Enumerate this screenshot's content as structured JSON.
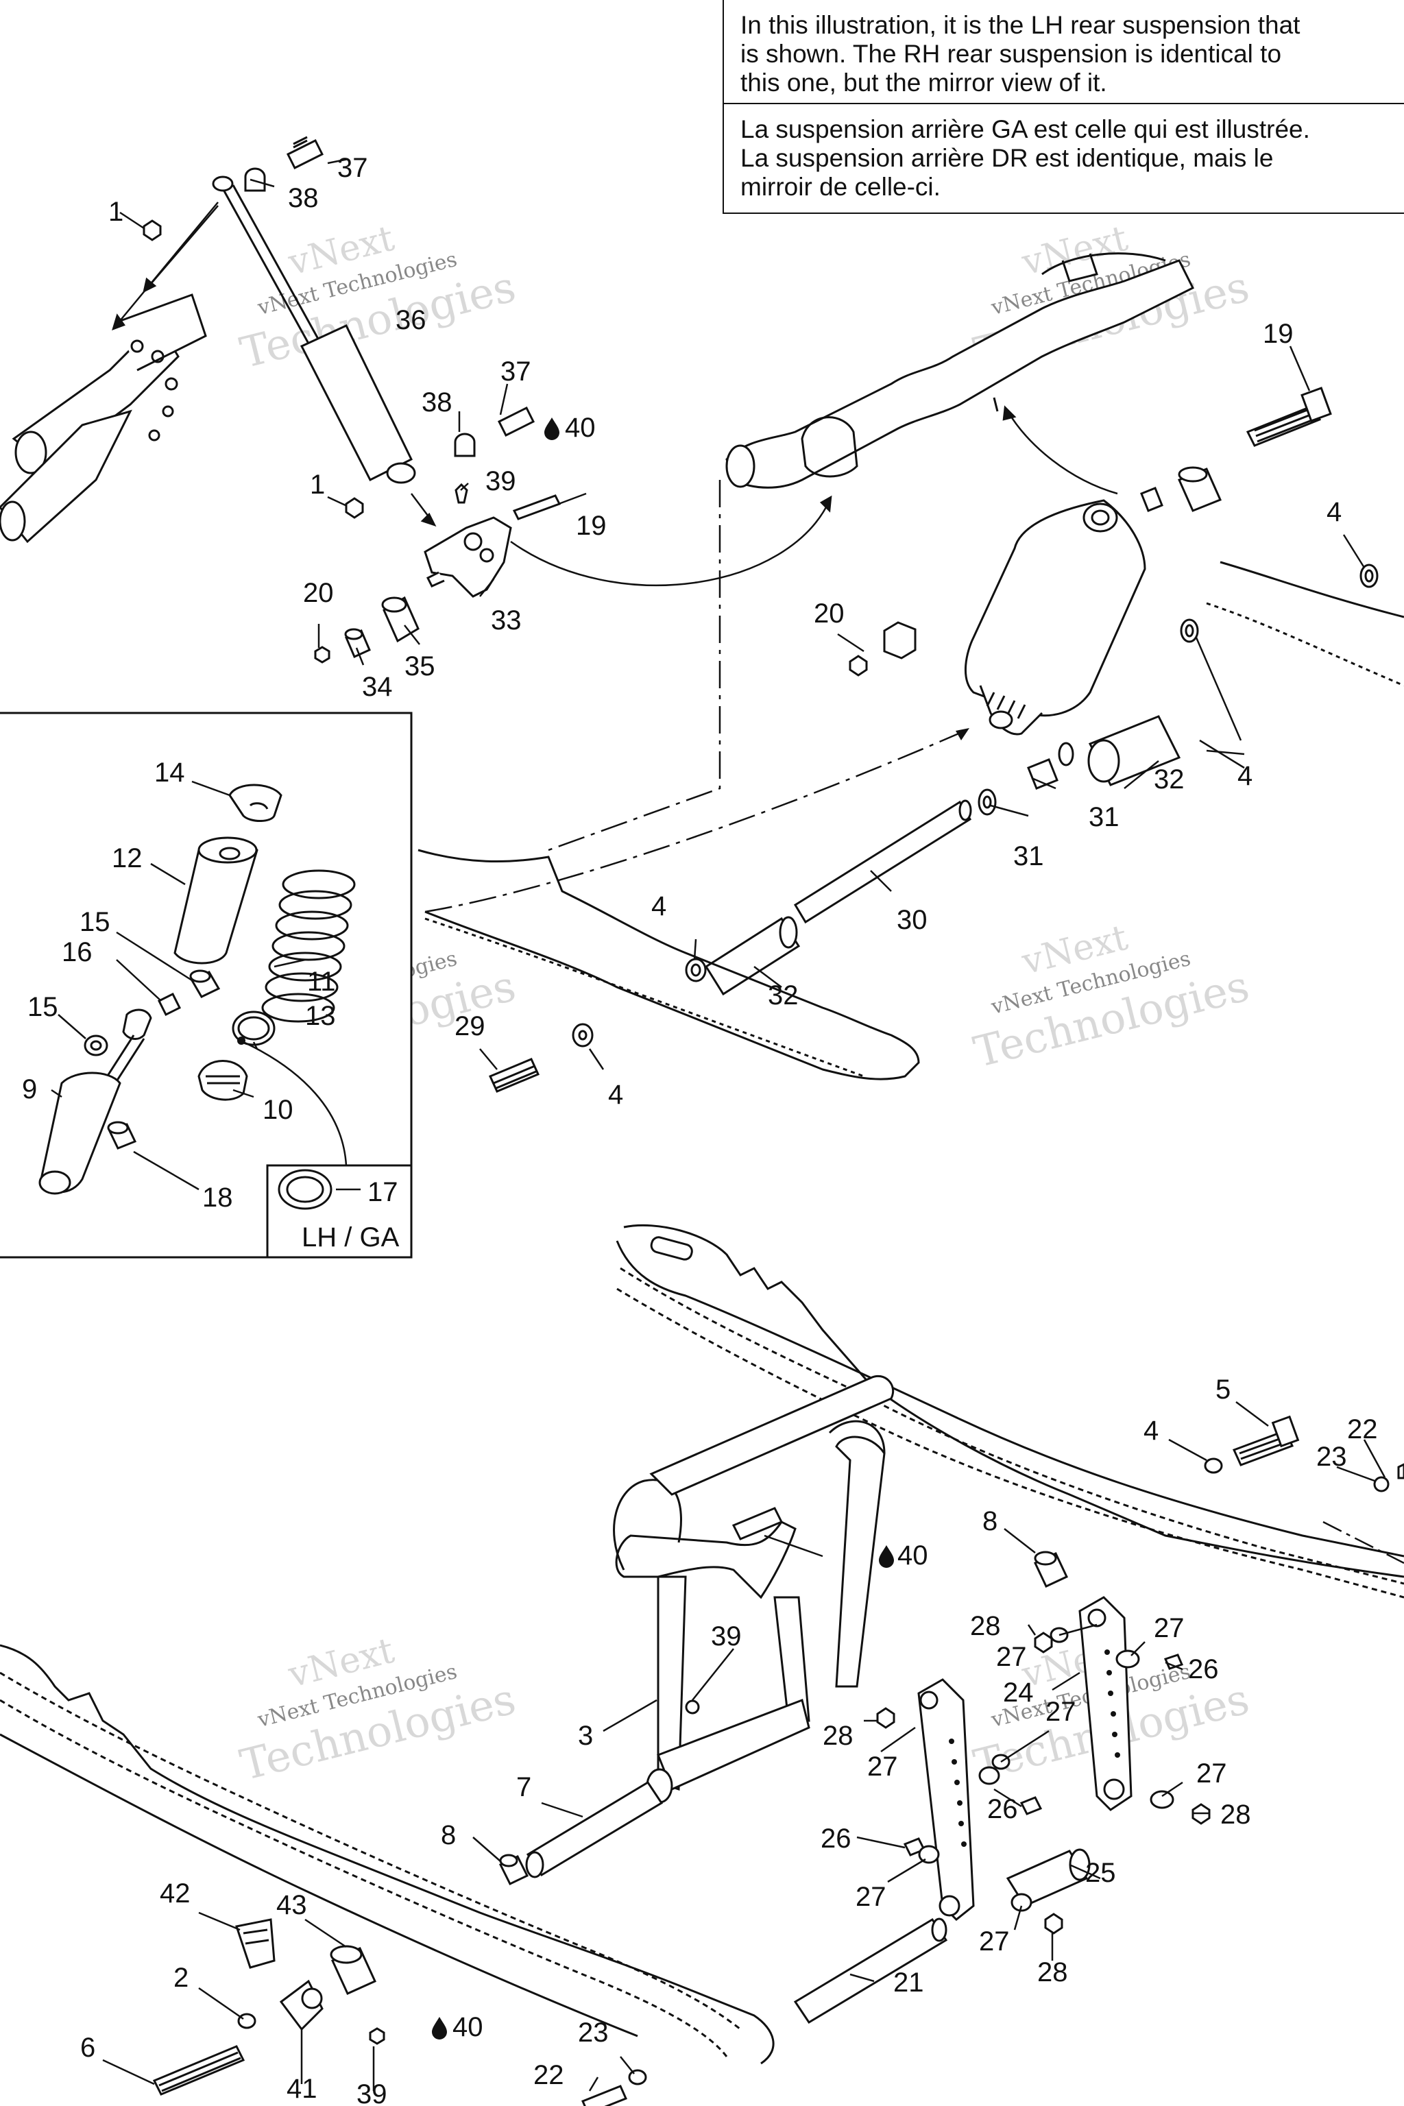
{
  "notes": {
    "english": "In this illustration, it is the LH rear suspension that\nis shown. The RH rear suspension is identical to\nthis one, but the mirror view of it.",
    "french": "La suspension arrière GA est celle qui est illustrée.\nLa suspension arrière DR est identique, mais le\nmirroir de celle-ci."
  },
  "inset": {
    "label": "LH / GA"
  },
  "watermark": {
    "line1": "vNext",
    "line2": "vNext Technologies",
    "line3": "Technologies"
  },
  "callouts": {
    "c1a": "1",
    "c1b": "1",
    "c2": "2",
    "c3": "3",
    "c4a": "4",
    "c4b": "4",
    "c4c": "4",
    "c4d": "4",
    "c4e": "4",
    "c5": "5",
    "c6": "6",
    "c7": "7",
    "c8a": "8",
    "c8b": "8",
    "c9": "9",
    "c10": "10",
    "c11": "11",
    "c12": "12",
    "c13": "13",
    "c14": "14",
    "c15a": "15",
    "c15b": "15",
    "c16": "16",
    "c17": "17",
    "c18": "18",
    "c19a": "19",
    "c19b": "19",
    "c20a": "20",
    "c20b": "20",
    "c21": "21",
    "c22a": "22",
    "c22b": "22",
    "c23a": "23",
    "c23b": "23",
    "c24": "24",
    "c25": "25",
    "c26a": "26",
    "c26b": "26",
    "c26c": "26",
    "c27a": "27",
    "c27b": "27",
    "c27c": "27",
    "c27d": "27",
    "c27e": "27",
    "c27f": "27",
    "c27g": "27",
    "c28a": "28",
    "c28b": "28",
    "c28c": "28",
    "c28d": "28",
    "c29": "29",
    "c30": "30",
    "c31a": "31",
    "c31b": "31",
    "c32a": "32",
    "c32b": "32",
    "c33": "33",
    "c34": "34",
    "c35": "35",
    "c36": "36",
    "c37a": "37",
    "c37b": "37",
    "c38a": "38",
    "c38b": "38",
    "c39a": "39",
    "c39b": "39",
    "c39c": "39",
    "c40a": "40",
    "c40b": "40",
    "c40c": "40",
    "c41": "41",
    "c42": "42",
    "c43": "43"
  }
}
